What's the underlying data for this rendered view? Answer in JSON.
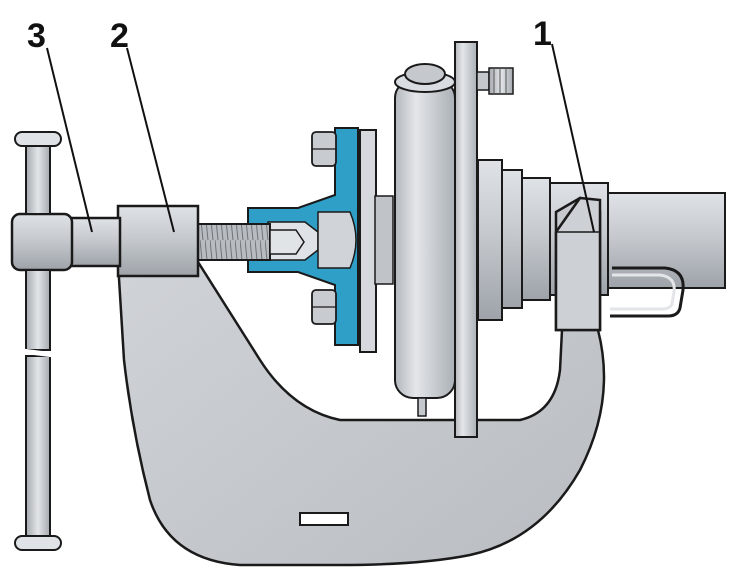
{
  "callouts": [
    {
      "id": "1",
      "label": "1"
    },
    {
      "id": "2",
      "label": "2"
    },
    {
      "id": "3",
      "label": "3"
    }
  ],
  "colors": {
    "metal": "#c9ccd0",
    "metal_light": "#e3e5e8",
    "metal_dark": "#a7abb1",
    "highlight_part": "#2f9fc8",
    "outline": "#1a1a1a",
    "background": "#ffffff"
  }
}
